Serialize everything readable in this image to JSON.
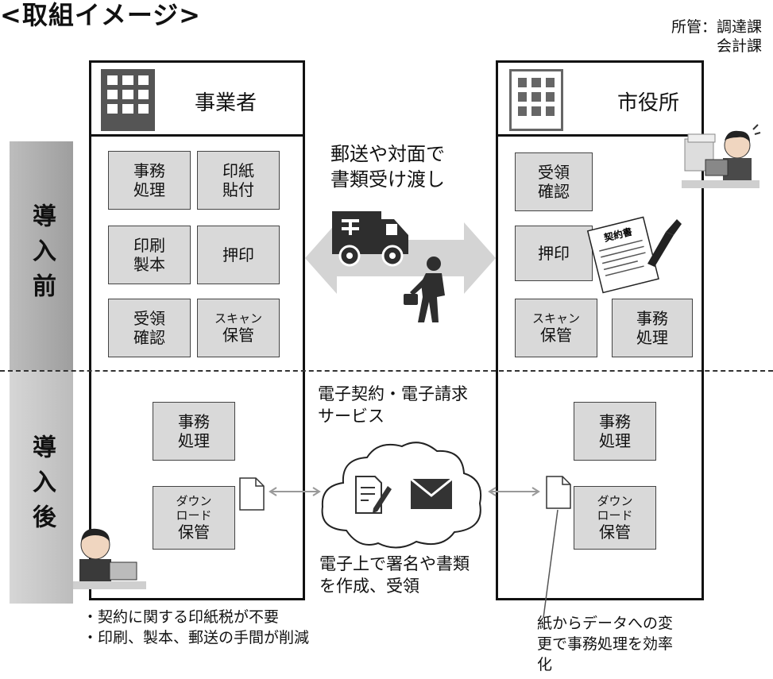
{
  "title": "<取組イメージ>",
  "department": {
    "line1": "所管：調達課",
    "line2": "会計課"
  },
  "phases": {
    "before": "導入前",
    "after": "導入後"
  },
  "business": {
    "name": "事業者",
    "before_tasks": [
      {
        "line1": "事務",
        "line2": "処理"
      },
      {
        "line1": "印紙",
        "line2": "貼付"
      },
      {
        "line1": "印刷",
        "line2": "製本"
      },
      {
        "line1": "押印"
      },
      {
        "line1": "受領",
        "line2": "確認"
      },
      {
        "line1": "スキャン",
        "line2": "保管"
      }
    ],
    "after_tasks": [
      {
        "line1": "事務",
        "line2": "処理"
      },
      {
        "line1": "ダウン",
        "line2": "ロード",
        "line3": "保管"
      }
    ],
    "notes": [
      "・契約に関する印紙税が不要",
      "・印刷、製本、郵送の手間が削減"
    ]
  },
  "city": {
    "name": "市役所",
    "before_tasks": [
      {
        "line1": "受領",
        "line2": "確認"
      },
      {
        "line1": "押印"
      },
      {
        "line1": "スキャン",
        "line2": "保管"
      },
      {
        "line1": "事務",
        "line2": "処理"
      }
    ],
    "contract_doc_label": "契約書",
    "after_tasks": [
      {
        "line1": "事務",
        "line2": "処理"
      },
      {
        "line1": "ダウン",
        "line2": "ロード",
        "line3": "保管"
      }
    ],
    "notes": [
      "紙からデータへの変",
      "更で事務処理を効率",
      "化"
    ]
  },
  "middle": {
    "before_line1": "郵送や対面で",
    "before_line2": "書類受け渡し",
    "service_line1": "電子契約・電子請求",
    "service_line2": "サービス",
    "caption_line1": "電子上で署名や書類",
    "caption_line2": "を作成、受領"
  },
  "icons": {
    "building": "building-icon",
    "truck": "delivery-truck-icon",
    "walker": "businessman-walking-icon",
    "document": "document-icon",
    "sign_document": "document-signature-icon",
    "mail": "mail-icon",
    "cloud": "cloud-icon",
    "worker": "office-worker-icon"
  },
  "colors": {
    "task_fill": "#d9d9d9",
    "phase_before": "#a8a8a8",
    "phase_after": "#c8c8c8",
    "arrow": "#d4d4d4"
  }
}
